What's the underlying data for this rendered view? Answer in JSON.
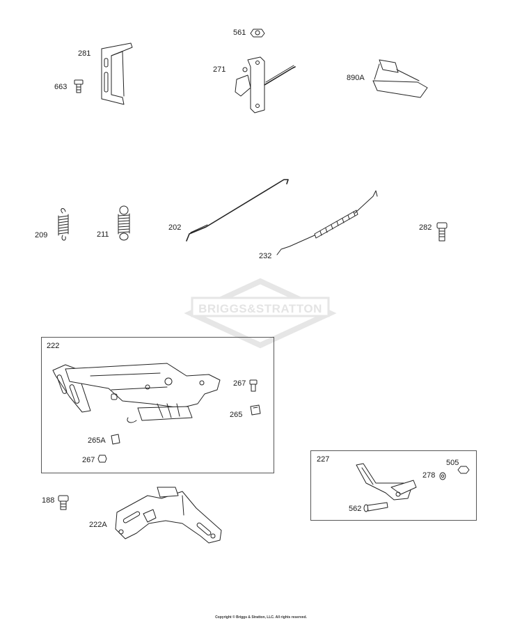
{
  "watermark": "BRIGGS&STRATTON",
  "footer": "Copyright © Briggs & Stratton, LLC. All rights reserved.",
  "parts": {
    "p281": "281",
    "p663": "663",
    "p561": "561",
    "p271": "271",
    "p890A": "890A",
    "p209": "209",
    "p211": "211",
    "p202": "202",
    "p232": "232",
    "p282": "282",
    "p188": "188",
    "p222A": "222A"
  },
  "group222": {
    "id": "222",
    "p267a": "267",
    "p265": "265",
    "p265A": "265A",
    "p267b": "267"
  },
  "group227": {
    "id": "227",
    "p505": "505",
    "p278": "278",
    "p562": "562"
  }
}
